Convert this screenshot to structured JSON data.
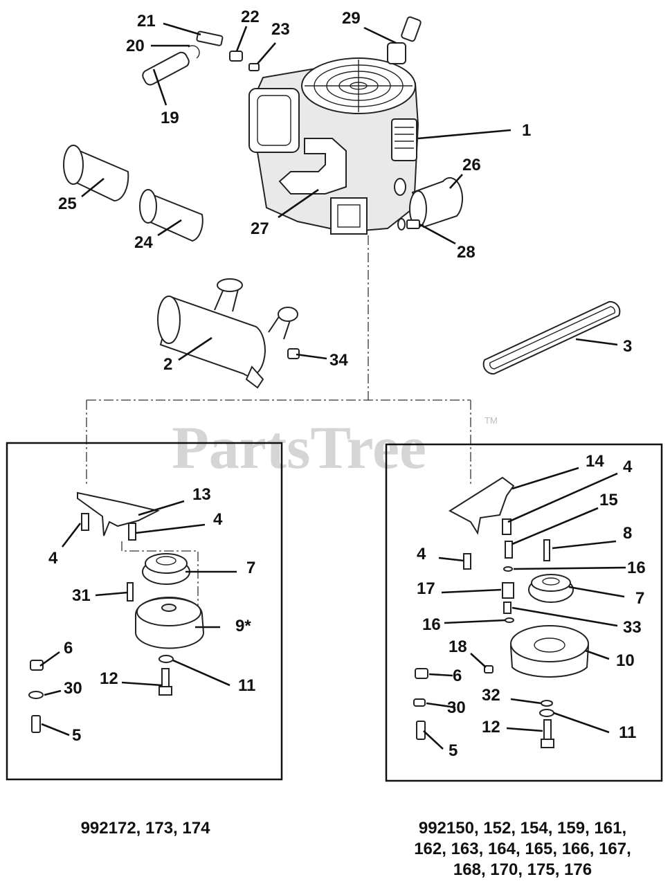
{
  "watermark": {
    "text": "PartsTree",
    "tm": "TM"
  },
  "callouts": [
    {
      "id": "1",
      "text": "1"
    },
    {
      "id": "26",
      "text": "26"
    },
    {
      "id": "27",
      "text": "27"
    },
    {
      "id": "28",
      "text": "28"
    },
    {
      "id": "29",
      "text": "29"
    },
    {
      "id": "21",
      "text": "21"
    },
    {
      "id": "22",
      "text": "22"
    },
    {
      "id": "23",
      "text": "23"
    },
    {
      "id": "20",
      "text": "20"
    },
    {
      "id": "19",
      "text": "19"
    },
    {
      "id": "25",
      "text": "25"
    },
    {
      "id": "24",
      "text": "24"
    },
    {
      "id": "2",
      "text": "2"
    },
    {
      "id": "34",
      "text": "34"
    },
    {
      "id": "3",
      "text": "3"
    },
    {
      "id": "L13",
      "text": "13"
    },
    {
      "id": "L4a",
      "text": "4"
    },
    {
      "id": "L4b",
      "text": "4"
    },
    {
      "id": "L7",
      "text": "7"
    },
    {
      "id": "L31",
      "text": "31"
    },
    {
      "id": "L9",
      "text": "9*"
    },
    {
      "id": "L6",
      "text": "6"
    },
    {
      "id": "L30",
      "text": "30"
    },
    {
      "id": "L12",
      "text": "12"
    },
    {
      "id": "L11",
      "text": "11"
    },
    {
      "id": "L5",
      "text": "5"
    },
    {
      "id": "R14",
      "text": "14"
    },
    {
      "id": "R4a",
      "text": "4"
    },
    {
      "id": "R15",
      "text": "15"
    },
    {
      "id": "R8",
      "text": "8"
    },
    {
      "id": "R4b",
      "text": "4"
    },
    {
      "id": "R16a",
      "text": "16"
    },
    {
      "id": "R17",
      "text": "17"
    },
    {
      "id": "R7",
      "text": "7"
    },
    {
      "id": "R16b",
      "text": "16"
    },
    {
      "id": "R33",
      "text": "33"
    },
    {
      "id": "R18",
      "text": "18"
    },
    {
      "id": "R10",
      "text": "10"
    },
    {
      "id": "R6",
      "text": "6"
    },
    {
      "id": "R32",
      "text": "32"
    },
    {
      "id": "R30",
      "text": "30"
    },
    {
      "id": "R12",
      "text": "12"
    },
    {
      "id": "R11",
      "text": "11"
    },
    {
      "id": "R5",
      "text": "5"
    }
  ],
  "models": {
    "left": "992172, 173, 174",
    "right_line1": "992150, 152, 154, 159, 161,",
    "right_line2": "162, 163, 164, 165, 166, 167,",
    "right_line3": "168, 170, 175, 176"
  }
}
